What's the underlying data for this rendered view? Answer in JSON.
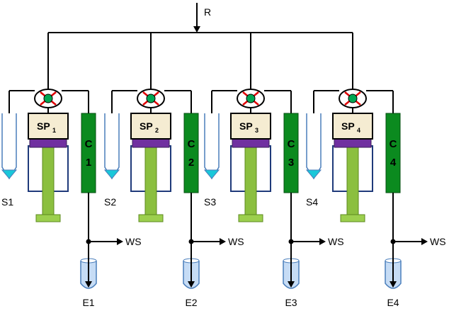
{
  "reagent_label": "R",
  "colors": {
    "line": "#000000",
    "valve_red": "#e00000",
    "valve_green": "#00a651",
    "column_green": "#0b8a1f",
    "syringe_body": "#f5ecd2",
    "syringe_band": "#7030a0",
    "plunger": "#8bbf3f",
    "plunger_base": "#9ccf4e",
    "barrel_outline": "#1f3a7a",
    "sample_tip": "#19c7d9",
    "sample_tube": "#4a7ebb",
    "elution_fill": "#c6dcf5"
  },
  "units": [
    {
      "syringe": "SP",
      "syringe_sub": "1",
      "column_line1": "C",
      "column_line2": "1",
      "sample": "S1",
      "waste": "WS",
      "eluate": "E1"
    },
    {
      "syringe": "SP",
      "syringe_sub": "2",
      "column_line1": "C",
      "column_line2": "2",
      "sample": "S2",
      "waste": "WS",
      "eluate": "E2"
    },
    {
      "syringe": "SP",
      "syringe_sub": "3",
      "column_line1": "C",
      "column_line2": "3",
      "sample": "S3",
      "waste": "WS",
      "eluate": "E3"
    },
    {
      "syringe": "SP",
      "syringe_sub": "4",
      "column_line1": "C",
      "column_line2": "4",
      "sample": "S4",
      "waste": "WS",
      "eluate": "E4"
    }
  ]
}
